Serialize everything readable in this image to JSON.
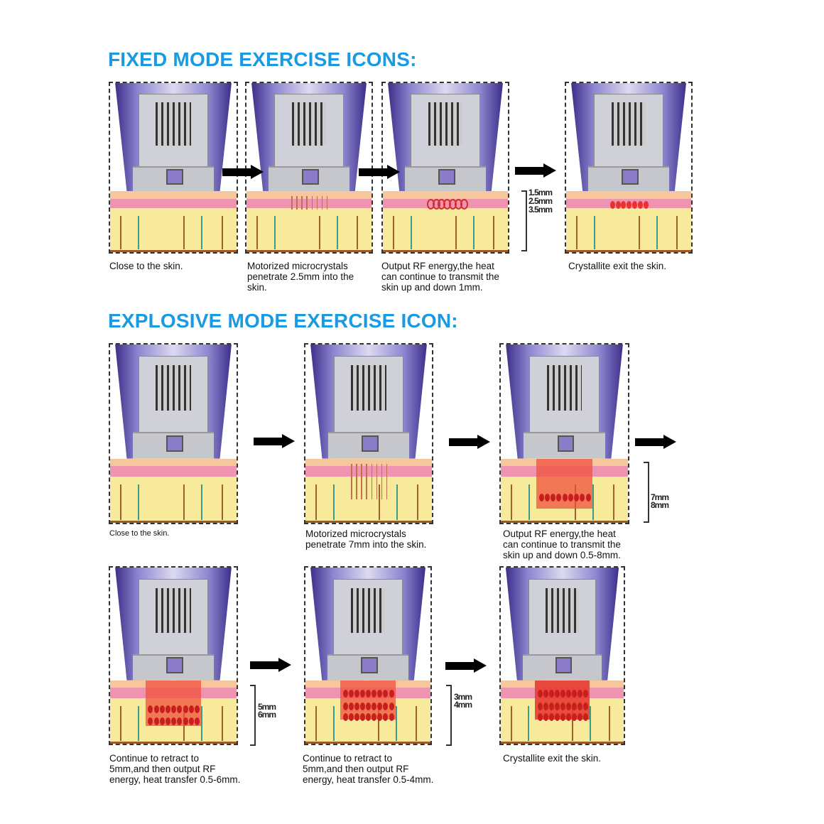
{
  "fixed_mode": {
    "title": "FIXED MODE EXERCISE ICONS:",
    "steps": [
      {
        "caption": "Close to the skin.",
        "state": "none"
      },
      {
        "caption": "Motorized microcrystals\npenetrate 2.5mm into the\nskin.",
        "state": "needles-short"
      },
      {
        "caption": "Output RF energy,the heat\ncan continue to transmit the\nskin up and down 1mm.",
        "state": "rf-ring"
      },
      {
        "caption": "Crystallite exit the skin.",
        "state": "rf-dots"
      }
    ],
    "depth_labels": [
      "1.5mm",
      "2.5mm",
      "3.5mm"
    ]
  },
  "explosive_mode": {
    "title": "EXPLOSIVE MODE EXERCISE ICON:",
    "steps": [
      {
        "caption": "Close to the skin.",
        "state": "none"
      },
      {
        "caption": "Motorized microcrystals\npenetrate 7mm into the skin.",
        "state": "needles-long"
      },
      {
        "caption": "Output RF energy,the heat\ncan continue to transmit the\nskin up and down 0.5-8mm.",
        "state": "rf-deep"
      },
      {
        "caption": "Continue to retract to\n5mm,and then output RF\nenergy, heat transfer 0.5-6mm.",
        "state": "rf-mid"
      },
      {
        "caption": "Continue to retract to\n5mm,and then output RF\nenergy, heat transfer 0.5-4mm.",
        "state": "rf-shallow"
      },
      {
        "caption": "Crystallite exit the skin.",
        "state": "rf-exit"
      }
    ],
    "depth_labels": {
      "step3": [
        "7mm",
        "8mm"
      ],
      "step4": [
        "5mm",
        "6mm"
      ],
      "step5": [
        "3mm",
        "4mm"
      ]
    }
  },
  "colors": {
    "title": "#1a9ae0",
    "rf": "#e8322e"
  }
}
